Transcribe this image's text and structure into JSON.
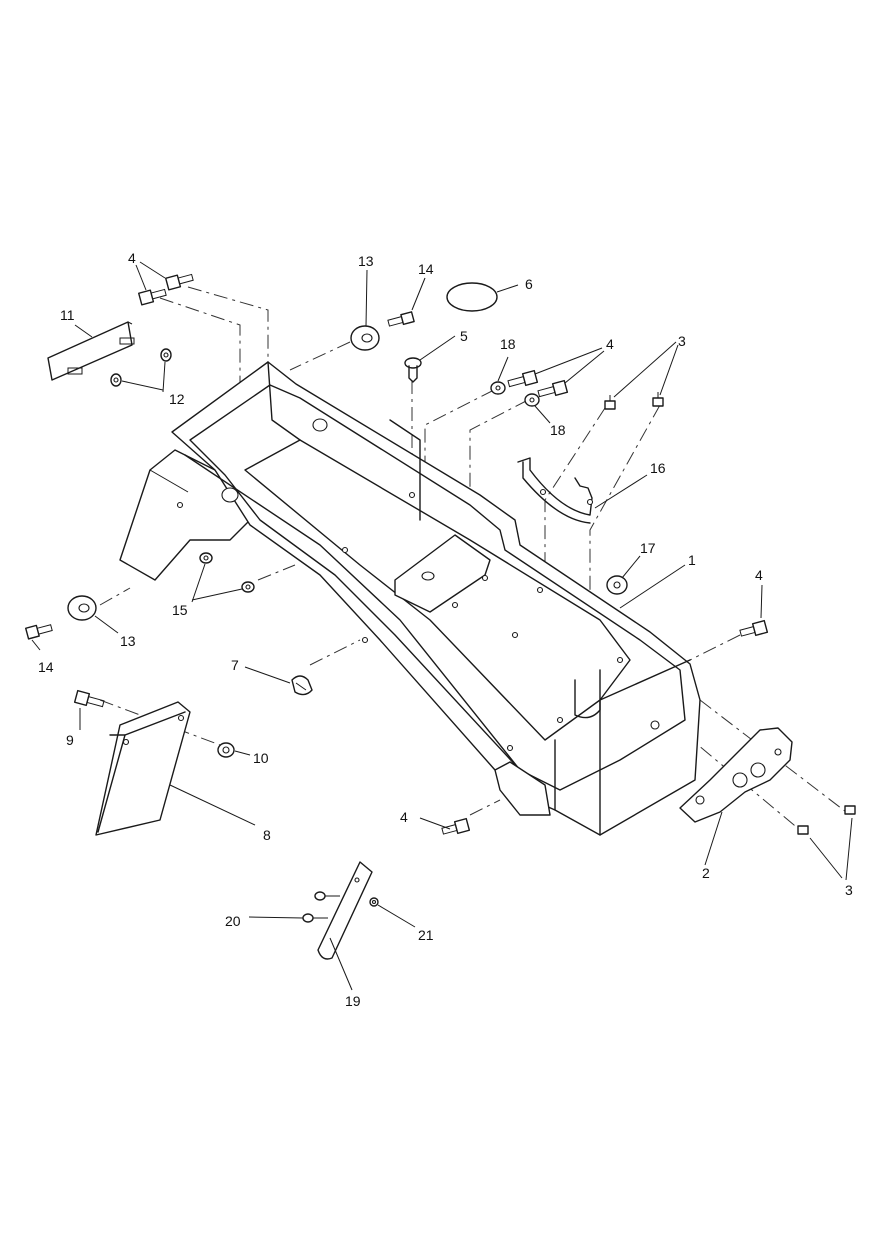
{
  "callouts": [
    {
      "id": "c1",
      "label": "1"
    },
    {
      "id": "c2",
      "label": "2"
    },
    {
      "id": "c3a",
      "label": "3"
    },
    {
      "id": "c3b",
      "label": "3"
    },
    {
      "id": "c4a",
      "label": "4"
    },
    {
      "id": "c4b",
      "label": "4"
    },
    {
      "id": "c4c",
      "label": "4"
    },
    {
      "id": "c4d",
      "label": "4"
    },
    {
      "id": "c5",
      "label": "5"
    },
    {
      "id": "c6",
      "label": "6"
    },
    {
      "id": "c7",
      "label": "7"
    },
    {
      "id": "c8",
      "label": "8"
    },
    {
      "id": "c9",
      "label": "9"
    },
    {
      "id": "c10",
      "label": "10"
    },
    {
      "id": "c11",
      "label": "11"
    },
    {
      "id": "c12",
      "label": "12"
    },
    {
      "id": "c13a",
      "label": "13"
    },
    {
      "id": "c13b",
      "label": "13"
    },
    {
      "id": "c14a",
      "label": "14"
    },
    {
      "id": "c14b",
      "label": "14"
    },
    {
      "id": "c15",
      "label": "15"
    },
    {
      "id": "c16",
      "label": "16"
    },
    {
      "id": "c17",
      "label": "17"
    },
    {
      "id": "c18a",
      "label": "18"
    },
    {
      "id": "c18b",
      "label": "18"
    },
    {
      "id": "c19",
      "label": "19"
    },
    {
      "id": "c20",
      "label": "20"
    },
    {
      "id": "c21",
      "label": "21"
    }
  ]
}
